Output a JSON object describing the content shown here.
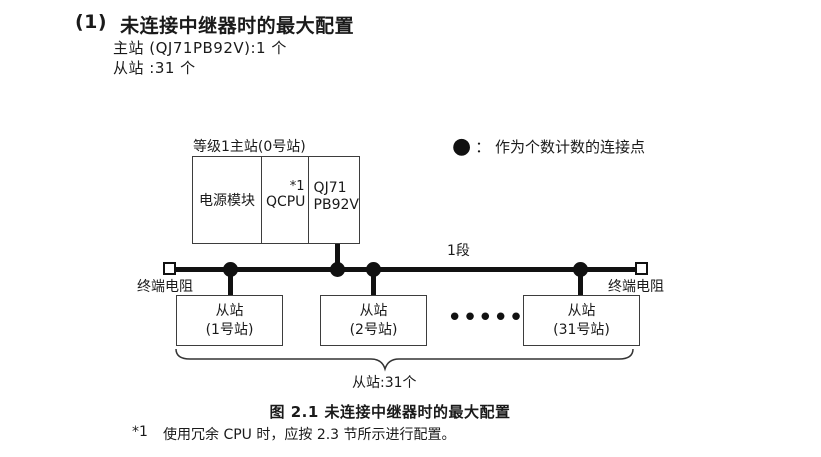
{
  "header": {
    "number": "(1)",
    "title": "未连接中继器时的最大配置",
    "line1": "主站 (QJ71PB92V):1 个",
    "line2": "从站 :31 个"
  },
  "diagram": {
    "master_label": "等级1主站(0号站)",
    "modules": {
      "power": "电源模块",
      "cpu": "QCPU",
      "cpu_note": "*1",
      "network": "QJ71\nPB92V"
    },
    "legend": {
      "symbol": "●",
      "text": "：  作为个数计数的连接点"
    },
    "segment_label": "1段",
    "terminator_left": "终端电阻",
    "terminator_right": "终端电阻",
    "slaves": [
      {
        "label": "从站\n(1号站)"
      },
      {
        "label": "从站\n(2号站)"
      },
      {
        "label": "从站\n(31号站)"
      }
    ],
    "ellipsis": "••••••",
    "brace_label": "从站:31个"
  },
  "caption": "图 2.1 未连接中继器时的最大配置",
  "footnote": {
    "marker": "*1",
    "text": "使用冗余 CPU 时，应按 2.3 节所示进行配置。"
  },
  "colors": {
    "ink": "#1a1a1a",
    "line": "#111111",
    "box_border": "#3d3d3d",
    "background": "#ffffff"
  }
}
